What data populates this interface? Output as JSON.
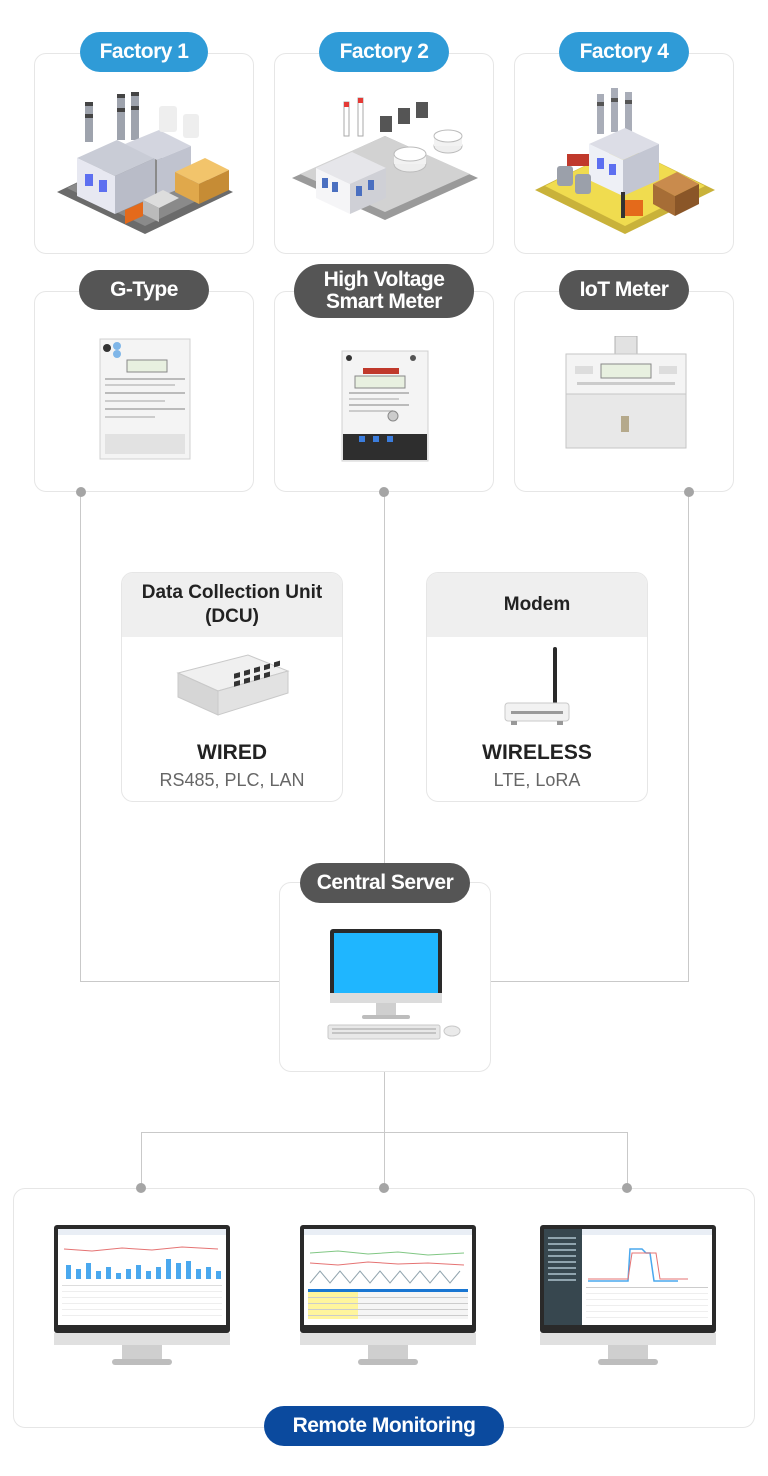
{
  "factories": [
    {
      "label": "Factory 1",
      "icon": "factory-icon"
    },
    {
      "label": "Factory 2",
      "icon": "factory-icon"
    },
    {
      "label": "Factory 4",
      "icon": "factory-icon"
    }
  ],
  "meters": [
    {
      "label_lines": [
        "G-Type"
      ],
      "icon": "meter-icon"
    },
    {
      "label_lines": [
        "High Voltage",
        "Smart Meter"
      ],
      "icon": "meter-icon"
    },
    {
      "label_lines": [
        "IoT Meter"
      ],
      "icon": "meter-icon"
    }
  ],
  "comm_units": [
    {
      "header_lines": [
        "Data Collection Unit",
        "(DCU)"
      ],
      "type": "WIRED",
      "protocols": "RS485, PLC, LAN",
      "icon": "network-switch-icon"
    },
    {
      "header_lines": [
        "Modem"
      ],
      "type": "WIRELESS",
      "protocols": "LTE,  LoRA",
      "icon": "wifi-router-icon"
    }
  ],
  "central_server": {
    "label": "Central Server",
    "icon": "desktop-computer-icon"
  },
  "remote_monitoring": {
    "label": "Remote Monitoring",
    "icon": "monitor-icon"
  },
  "colors": {
    "factory_pill": "#2f9bd7",
    "device_pill": "#555555",
    "remote_pill": "#0b4a9e",
    "connector": "#c9c9c9",
    "dot": "#a5a5a5",
    "screen": "#1fb6ff"
  }
}
